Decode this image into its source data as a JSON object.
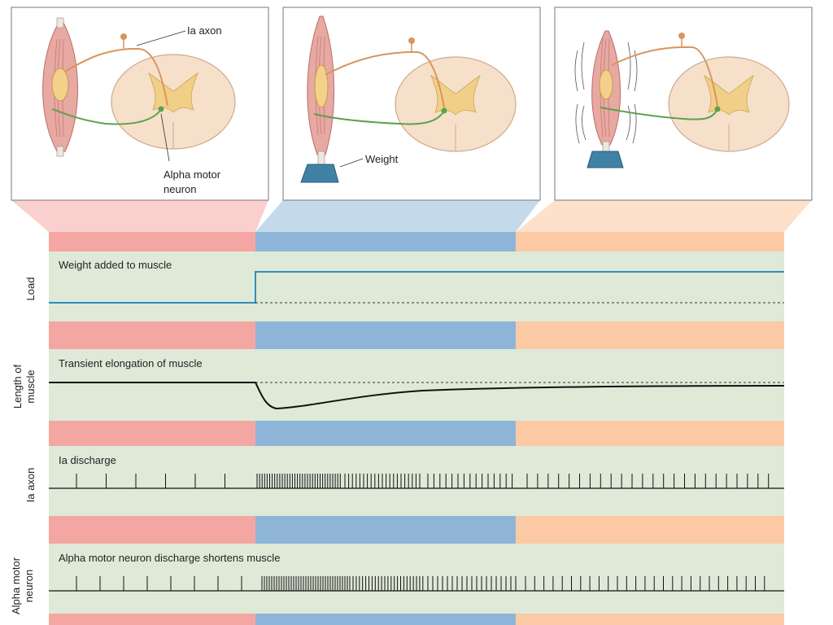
{
  "colors": {
    "phase1": "#f4a6a2",
    "phase2": "#8eb5d8",
    "phase3": "#fbcaa4",
    "phase1_funnel": "#f9d0cd",
    "phase2_funnel": "#c4daeb",
    "phase3_funnel": "#fde1cb",
    "trace_bg": "#dfe9d8",
    "muscle": "#e7a9a2",
    "muscle_stripe": "#c9787a",
    "spindle": "#f3d18a",
    "cord": "#f6e0c9",
    "cord_edge": "#c9ab8f",
    "gray_matter": "#f2cf86",
    "ia_axon": "#d9955e",
    "motor_axon": "#5da14f",
    "weight_block": "#3f82a6",
    "load_trace": "#2a8fbf",
    "trace_line": "#111111"
  },
  "panels": [
    {
      "id": "resting",
      "labels": {
        "ia_axon": "Ia axon",
        "alpha_motor": "Alpha motor",
        "neuron": "neuron"
      }
    },
    {
      "id": "weight-added",
      "labels": {
        "weight": "Weight"
      }
    },
    {
      "id": "contraction",
      "labels": {}
    }
  ],
  "traces": [
    {
      "id": "load",
      "row_label": [
        "Load"
      ],
      "title": "Weight added to muscle",
      "kind": "step",
      "baseline": "low",
      "step_to": "high",
      "reference": "dashed at baseline after step"
    },
    {
      "id": "length",
      "row_label": [
        "Length of",
        "muscle"
      ],
      "title": "Transient elongation of muscle",
      "kind": "dip-recovery",
      "reference": "dashed at baseline after step"
    },
    {
      "id": "ia",
      "row_label": [
        "Ia axon"
      ],
      "title": "Ia discharge",
      "kind": "spikes",
      "rates": {
        "phase1": "low",
        "phase2": "very high",
        "phase3": "medium"
      }
    },
    {
      "id": "alpha",
      "row_label": [
        "Alpha motor",
        "neuron"
      ],
      "title": "Alpha motor neuron discharge shortens muscle",
      "kind": "spikes",
      "rates": {
        "phase1": "low",
        "phase2": "very high",
        "phase3": "medium"
      }
    }
  ]
}
